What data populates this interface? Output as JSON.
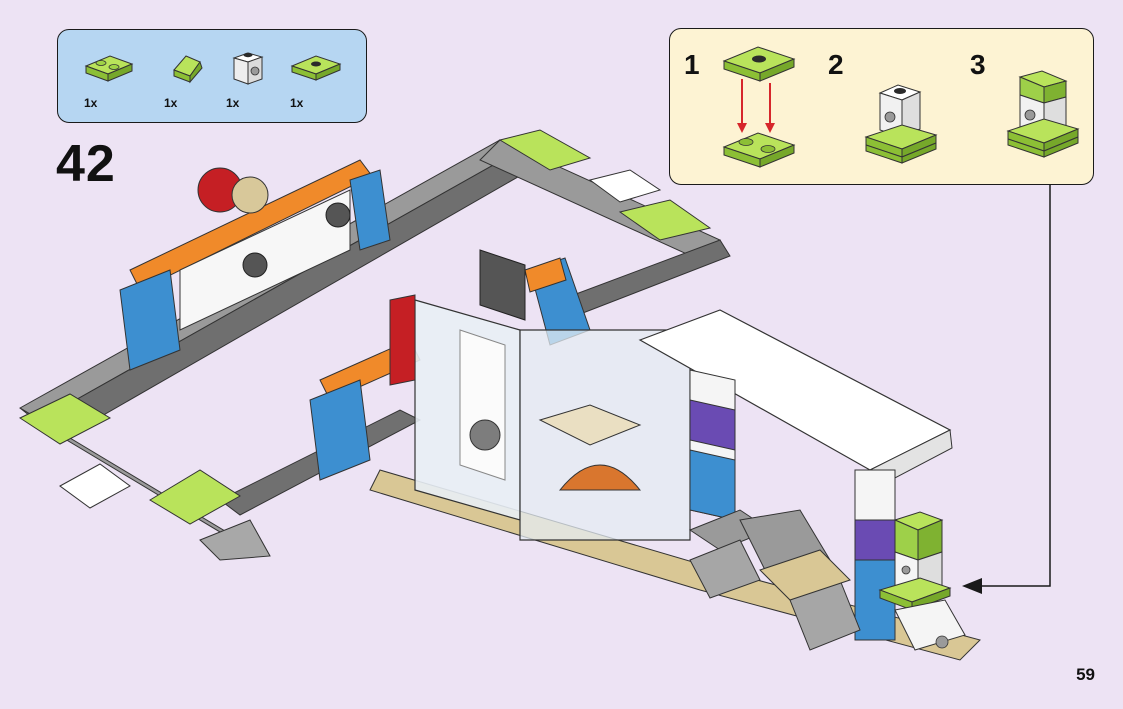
{
  "parts_list": {
    "items": [
      {
        "name": "lime-plate-1x2",
        "qty": "1x"
      },
      {
        "name": "lime-slope",
        "qty": "1x"
      },
      {
        "name": "white-brick-with-hole",
        "qty": "1x"
      },
      {
        "name": "lime-tile-with-stud",
        "qty": "1x"
      }
    ]
  },
  "step": {
    "number": "42"
  },
  "substeps": {
    "items": [
      {
        "label": "1"
      },
      {
        "label": "2"
      },
      {
        "label": "3"
      }
    ]
  },
  "page": {
    "number": "59"
  },
  "colors": {
    "page_bg": "#ede3f4",
    "parts_box": "#b6d6f2",
    "substep_box": "#fdf3d3",
    "lime": "#a6d64a",
    "arrow_red": "#d6262b"
  }
}
